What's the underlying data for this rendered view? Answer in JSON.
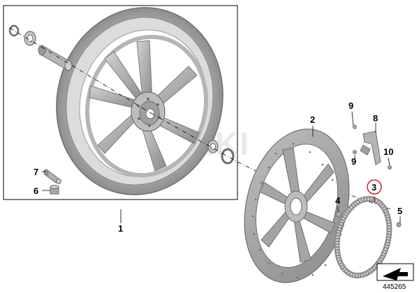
{
  "diagram": {
    "callouts": [
      {
        "id": "1",
        "label": "1"
      },
      {
        "id": "2",
        "label": "2"
      },
      {
        "id": "3",
        "label": "3",
        "highlighted": true
      },
      {
        "id": "4",
        "label": "4"
      },
      {
        "id": "5",
        "label": "5"
      },
      {
        "id": "6",
        "label": "6"
      },
      {
        "id": "7",
        "label": "7"
      },
      {
        "id": "8",
        "label": "8"
      },
      {
        "id": "9a",
        "label": "9"
      },
      {
        "id": "9b",
        "label": "9"
      },
      {
        "id": "10",
        "label": "10"
      }
    ],
    "watermark": "DEWIKI",
    "catalog_number": "445265",
    "colors": {
      "highlight": "#cc2222",
      "wheel_light": "#c9c9c9",
      "wheel_mid": "#a9a9a9",
      "wheel_dark": "#7d7d7d",
      "disc": "#9a9a9a",
      "line": "#000000"
    },
    "icons": {
      "logo": "direction-arrow-icon"
    }
  }
}
